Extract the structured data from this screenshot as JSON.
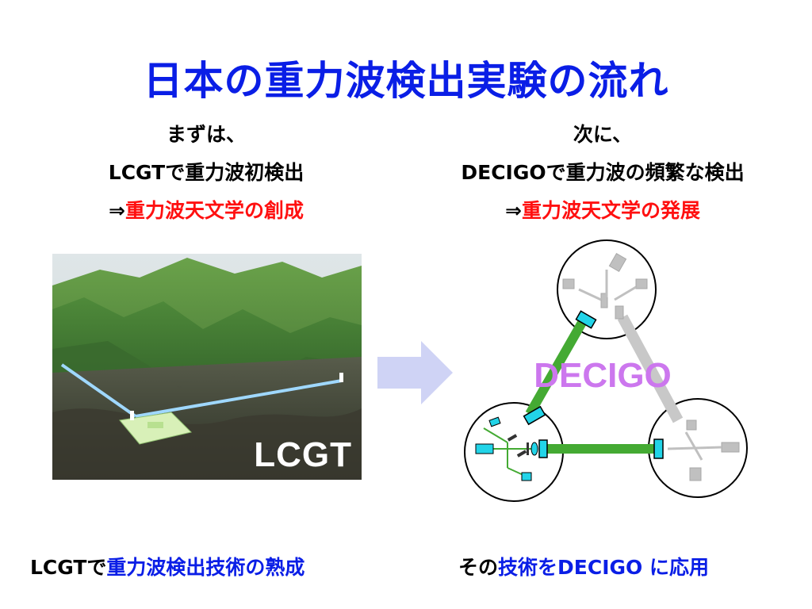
{
  "title": "日本の重力波検出実験の流れ",
  "left": {
    "line1": "まずは、",
    "line2": "LCGTで重力波初検出",
    "line3_prefix": "⇒",
    "line3_red": "重力波天文学の創成"
  },
  "right": {
    "line1": "次に、",
    "line2": "DECIGOで重力波の頻繁な検出",
    "line3_prefix": "⇒",
    "line3_red": "重力波天文学の発展"
  },
  "photo_label": "LCGT",
  "diagram_label": "DECIGO",
  "bottom_left": {
    "prefix": "LCGTで",
    "blue": "重力波検出技術の熟成"
  },
  "bottom_right": {
    "prefix": "その",
    "blue": "技術をDECIGO",
    "suffix": " に応用"
  },
  "colors": {
    "title": "#0a1ee6",
    "emphasis_red": "#ff1010",
    "emphasis_blue": "#0a1ee6",
    "laser_green": "#44aa33",
    "decigo_label": "#cc77ee",
    "arrow": "#cfd3f5",
    "mirror_cyan": "#22d4e8"
  }
}
